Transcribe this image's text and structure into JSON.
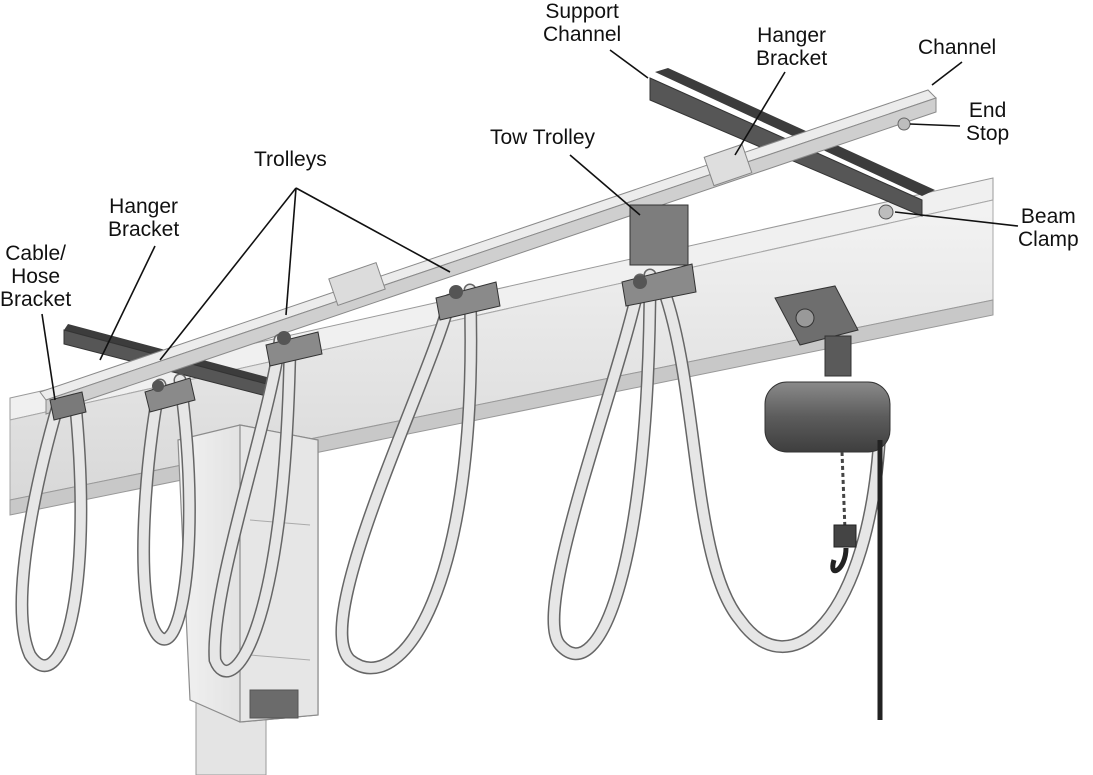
{
  "labels": {
    "support_channel": [
      "Support",
      "Channel"
    ],
    "hanger_bracket_right": [
      "Hanger",
      "Bracket"
    ],
    "channel": [
      "Channel"
    ],
    "end_stop": [
      "End",
      "Stop"
    ],
    "tow_trolley": [
      "Tow Trolley"
    ],
    "trolleys": [
      "Trolleys"
    ],
    "beam_clamp": [
      "Beam",
      "Clamp"
    ],
    "hanger_bracket_left": [
      "Hanger",
      "Bracket"
    ],
    "cable_hose_bracket": [
      "Cable/",
      "Hose",
      "Bracket"
    ]
  },
  "colors": {
    "beam": "#e6e6e6",
    "channel_track": "#d2d2d2",
    "support_channel": "#4a4a4a",
    "cable": "#e2e2e2",
    "hoist": "#6a6a6a",
    "label_text": "#111111"
  }
}
